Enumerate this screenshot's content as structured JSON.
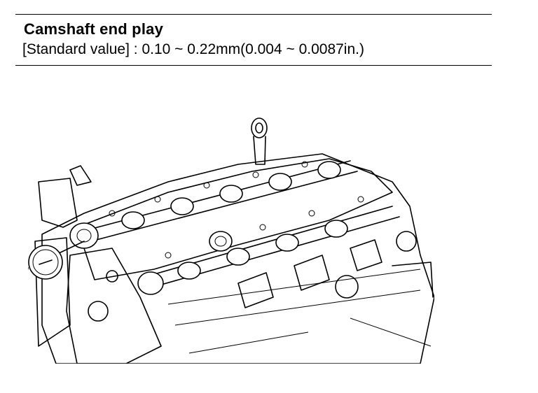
{
  "spec": {
    "title": "Camshaft end play",
    "standard_value": "[Standard value] : 0.10 ~ 0.22mm(0.004 ~ 0.0087in.)"
  },
  "figure": {
    "icon": "engine-cylinder-head-with-dial-gauge-illustration"
  }
}
